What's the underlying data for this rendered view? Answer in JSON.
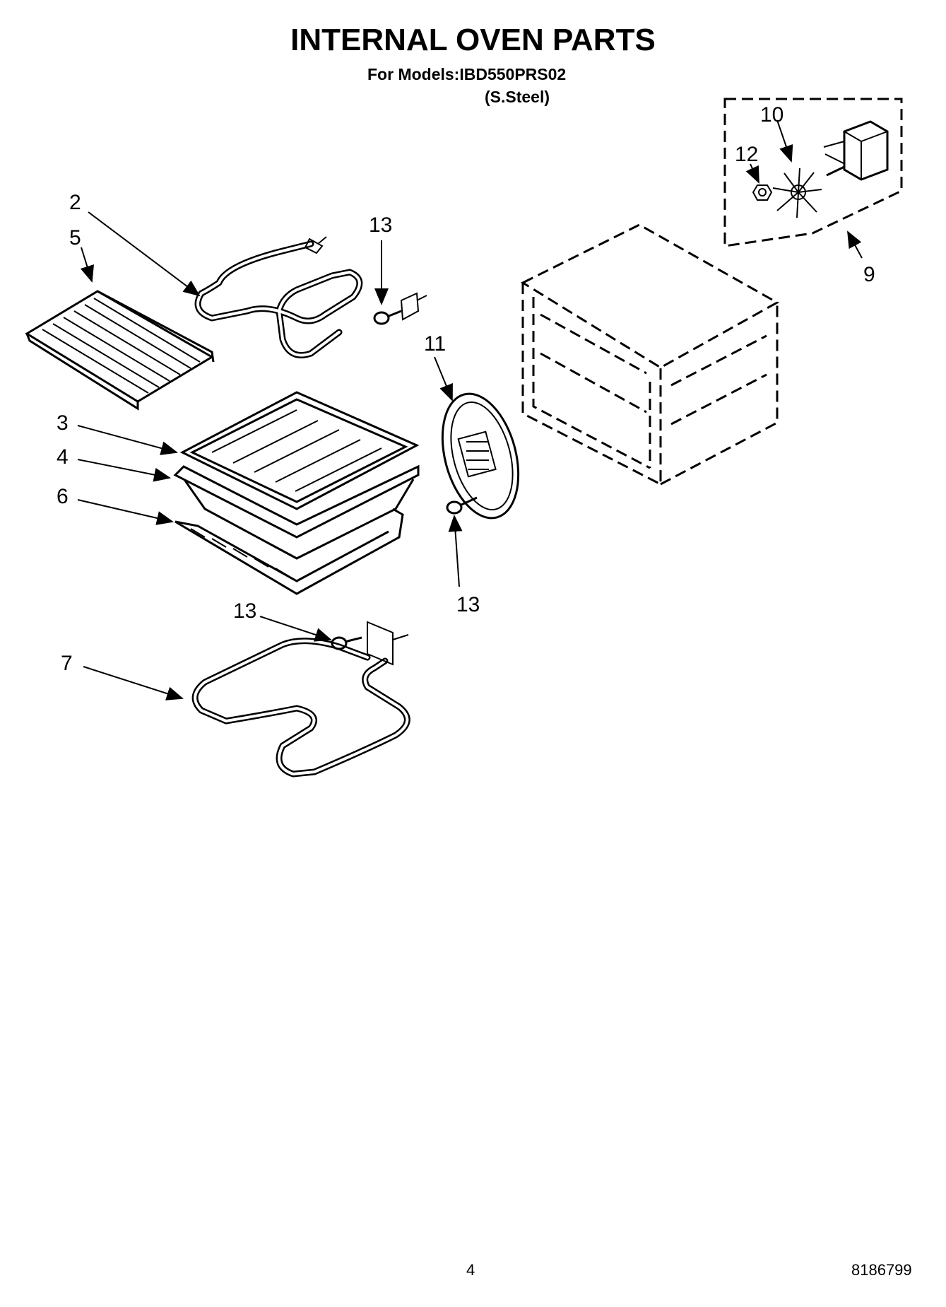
{
  "header": {
    "title": "INTERNAL OVEN PARTS",
    "models": "For Models:IBD550PRS02",
    "finish": "(S.Steel)"
  },
  "callouts": {
    "c2": "2",
    "c5": "5",
    "c13_top": "13",
    "c11": "11",
    "c3": "3",
    "c4": "4",
    "c6": "6",
    "c13_mid": "13",
    "c13_low": "13",
    "c7": "7",
    "c9": "9",
    "c10": "10",
    "c12": "12"
  },
  "footer": {
    "page_number": "4",
    "doc_number": "8186799"
  }
}
